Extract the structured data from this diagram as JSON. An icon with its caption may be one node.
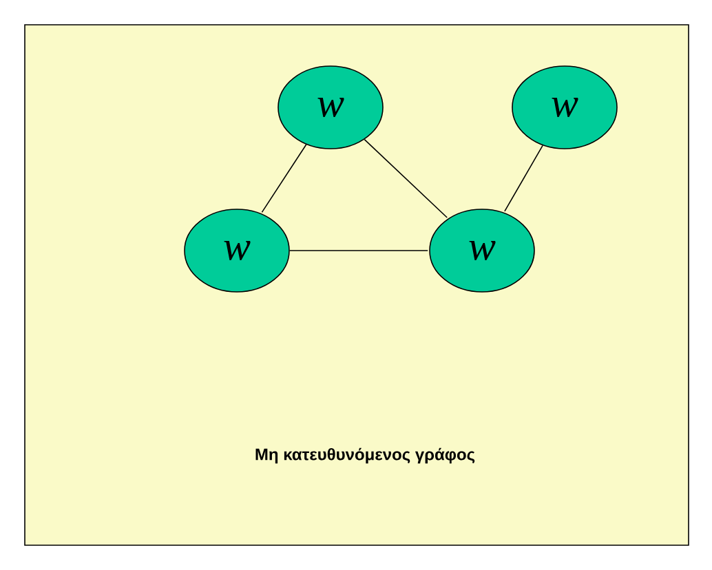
{
  "diagram": {
    "caption": "Μη κατευθυνόμενος γράφος",
    "nodes": [
      {
        "text": [
          "w"
        ]
      },
      {
        "text": [
          "w"
        ]
      },
      {
        "text": [
          "w"
        ]
      },
      {
        "text": [
          "w"
        ]
      }
    ],
    "edges": [
      {
        "from": 0,
        "to": 2,
        "arrow": "none"
      },
      {
        "from": 0,
        "to": 3,
        "arrow": "none"
      },
      {
        "from": 2,
        "to": 3,
        "arrow": "none"
      },
      {
        "from": 1,
        "to": 3,
        "arrow": "none"
      }
    ]
  }
}
